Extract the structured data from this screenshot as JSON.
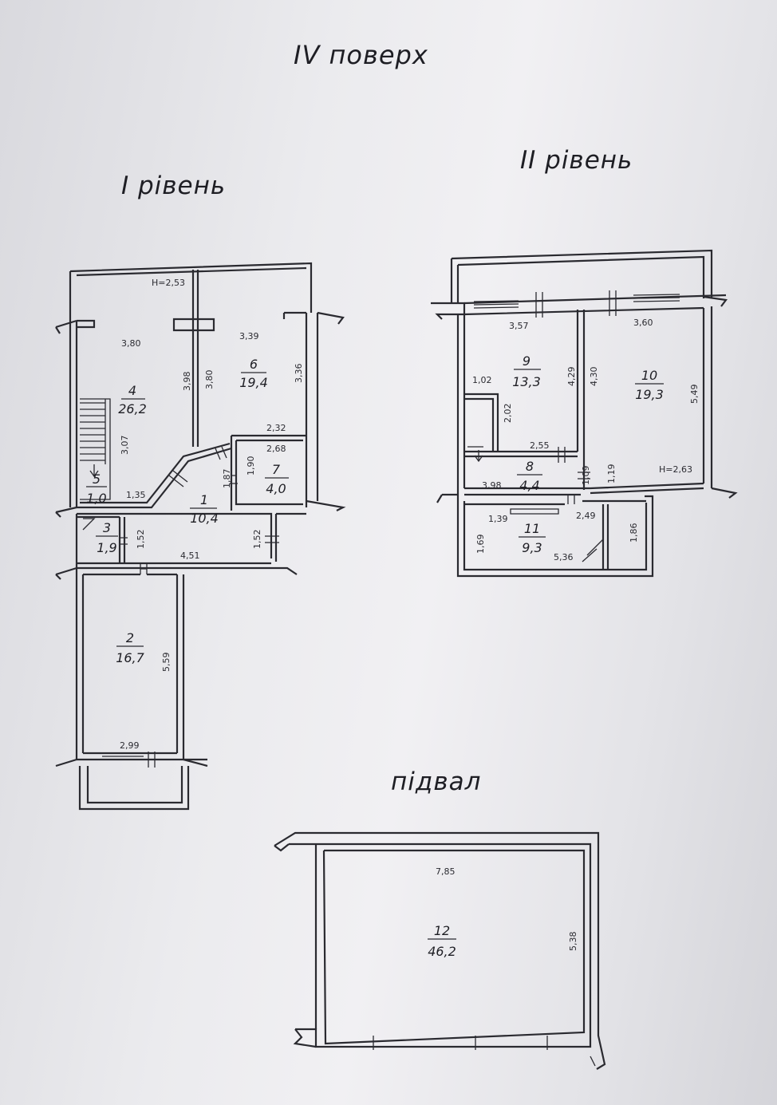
{
  "title": "IV поверх",
  "level1": {
    "title": "І рівень",
    "height": "H=2,53",
    "rooms": [
      {
        "num": "4",
        "area": "26,2"
      },
      {
        "num": "6",
        "area": "19,4"
      },
      {
        "num": "5",
        "area": "1,0"
      },
      {
        "num": "7",
        "area": "4,0"
      },
      {
        "num": "1",
        "area": "10,4"
      },
      {
        "num": "3",
        "area": "1,9"
      },
      {
        "num": "2",
        "area": "16,7"
      }
    ],
    "dims": [
      "3,80",
      "3,39",
      "3,98",
      "3,80",
      "3,36",
      "3,07",
      "2,32",
      "2,68",
      "1,90",
      "1,87",
      "1,35",
      "1,52",
      "1,52",
      "4,51",
      "5,59",
      "2,99"
    ]
  },
  "level2": {
    "title": "ІІ рівень",
    "height": "H=2,63",
    "rooms": [
      {
        "num": "9",
        "area": "13,3"
      },
      {
        "num": "10",
        "area": "19,3"
      },
      {
        "num": "8",
        "area": "4,4"
      },
      {
        "num": "11",
        "area": "9,3"
      }
    ],
    "dims": [
      "3,57",
      "3,60",
      "1,02",
      "2,02",
      "4,29",
      "4,30",
      "5,49",
      "2,55",
      "3,98",
      "1,09",
      "1,19",
      "1,39",
      "2,49",
      "1,69",
      "5,36",
      "1,86"
    ]
  },
  "basement": {
    "title": "підвал",
    "rooms": [
      {
        "num": "12",
        "area": "46,2"
      }
    ],
    "dims": [
      "7,85",
      "5,38"
    ]
  }
}
